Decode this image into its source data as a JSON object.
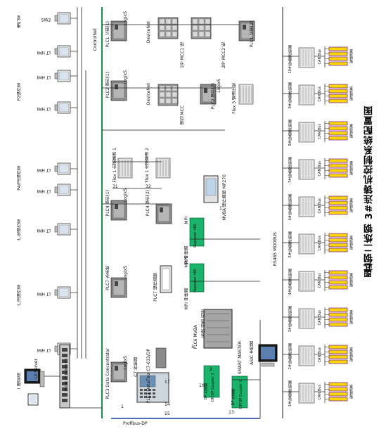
{
  "caption": {
    "figure": "图 1",
    "title": "武钢二炼钢 3#连铸机控制系统配置图"
  },
  "hmi_stations": [
    "EWS",
    "LT HMI",
    "LT HMI",
    "LT HMI",
    "LT HMI",
    "LT HMI",
    "LT HMI",
    "LT HMI",
    "LT HMI"
  ],
  "hmi_room_labels": [
    "电气室",
    "P2操作室",
    "P4/P5操作室",
    "广化操作室",
    "广浇操作室",
    "二楼机房"
  ],
  "servers": {
    "l2_server": "L2 Server",
    "switch": "3COM 3C16980 S3"
  },
  "networks": {
    "controlnet": "ControlNet",
    "profibus": "Profibus-DP",
    "rs485": "RS485 MODBUS",
    "can_bus": "CAN Bus"
  },
  "plcs": [
    "PLC1 公用(1)",
    "PLC1 公用(2)",
    "PLC2 钢包(1)",
    "PLC2 钢包(2)",
    "PLC4 钢包(1)",
    "PLC4 钢包(2)",
    "PLC7 水系统",
    "PLC3 Data Concentrator",
    "PLC6 MVBA"
  ],
  "devicenet": [
    "DeviceNet",
    "DeviceNet"
  ],
  "mcc": [
    "1号 MCC1 柜",
    "2号 MCC2 柜",
    "钢包 MCC"
  ],
  "flex_io": [
    "Flex 1 出钢塞道 1",
    "Flex 1 出钢塞道 2",
    "Flex 3 辊道压轮"
  ],
  "logix_labels": [
    "LogixS",
    "LogixS",
    "LogixS",
    "LogixS",
    "LogixS",
    "LogixS"
  ],
  "drives": [
    "PLC7 操作面板",
    "MVBA 操作面板 MP270"
  ],
  "mpi": [
    "MPI 中继器",
    "MPI 中继器",
    "MPI",
    "MPI"
  ],
  "repeaters": [
    "Repeater 485",
    "Repeater 485"
  ],
  "couplers": [
    "DP/DP Coupler 1",
    "DP/DP Coupler 2",
    "DP 外部器",
    "DP 外部器"
  ],
  "panel": {
    "name": "PLC3 DataFlex C7-633/DP",
    "extra": "C7 控制器"
  },
  "smart_master": "SMART MASTER",
  "asic_master": "ASIC 主控器",
  "mvba_device": "系统 组态 机柜",
  "numbers": [
    "1",
    "15",
    "14",
    "17",
    "10",
    "3",
    "2",
    "1",
    "13",
    "31",
    "32"
  ],
  "strands": [
    "1#结晶器控制器",
    "2#结晶器控制器",
    "3#结晶器控制器",
    "4#结晶器控制器",
    "5#结晶器控制器",
    "6#结晶器控制器",
    "7#结晶器控制器",
    "8#结晶器控制器",
    "9#结晶器控制器",
    "10#结晶器控制器"
  ],
  "strand_sub": "辊缝测量",
  "colors": {
    "bus": "#1a8f4a",
    "green_box": "#19b36b",
    "coupler": "#16a085",
    "yellow": "#ffd700",
    "purple": "#7a2a9a"
  }
}
